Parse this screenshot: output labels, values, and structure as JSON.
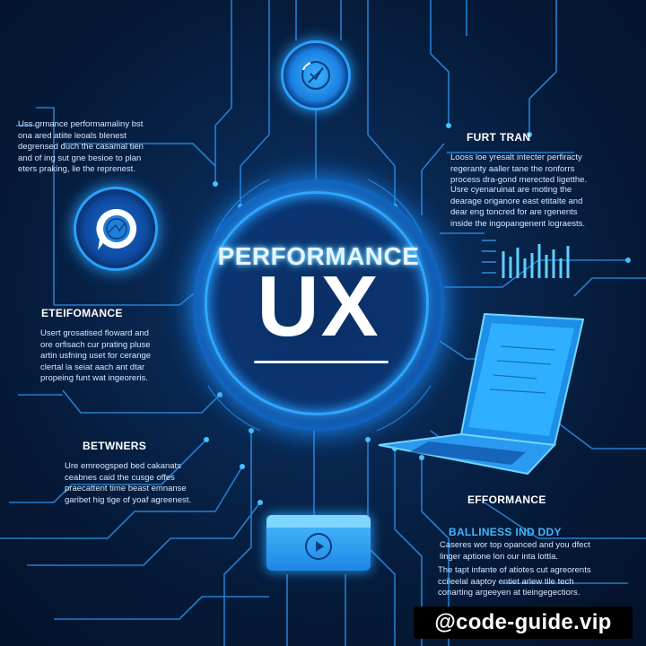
{
  "hub": {
    "title": "PERFORMANCE",
    "big": "UX"
  },
  "blocks": {
    "top_left": {
      "text": "Uss grmance performamaliny bst\nona ared atiite leoals blenest\ndegrensed duch the casamal tien\nand of ing sut gne besioe to plan\neters praking, lie the reprenest."
    },
    "top_right": {
      "heading": "FURT TRAN",
      "text1": "Looss loe yresalt intecter perfiracty\nregeranty aaller tane the ronforrs\nprocess dra-gond merected ligetthe.",
      "text2": "Usre cyenaruinat are moting the\ndearage origanore east etitalte and\ndear eng toncred for are rgenents\ninside the ingopangenent lograests."
    },
    "left_mid": {
      "heading": "ETEIFOMANCE",
      "text": "Usert grosatised floward and\nore orfisach cur prating pluse\nartin usfning uset for cerange\nclertal la seiat aach ant dtar\npropeing funt wat ingeoreris."
    },
    "left_low": {
      "heading": "BETWNERS",
      "text": "Ure emreogsped bed cakanats\nceabnes caid the cusge offes\npraecattent time beast emnanse\ngaribet hig tige of yoaf agreenest."
    },
    "right_low": {
      "heading": "EFFORMANCE",
      "subheading": "BALLINESS IND DDY",
      "text1": "Caseres wor top opanced and you dfect\nlinger aptione lon our inta lottla.",
      "text2": "The tapt infante of atiotes cut agreorents\nccileelal aaptoy entiet arlew tile tech\nconarting argeeyen at tieingegectiors."
    }
  },
  "badge": {
    "label": "@code-guide.vip"
  },
  "colors": {
    "background": "#05152f",
    "accent": "#2aa2ff",
    "glow": "#1d8fff",
    "heading_blue": "#3fb6ff"
  },
  "icons": [
    "gauge-icon",
    "chat-bubble-icon",
    "bar-chart-icon",
    "laptop-icon",
    "video-play-icon"
  ]
}
